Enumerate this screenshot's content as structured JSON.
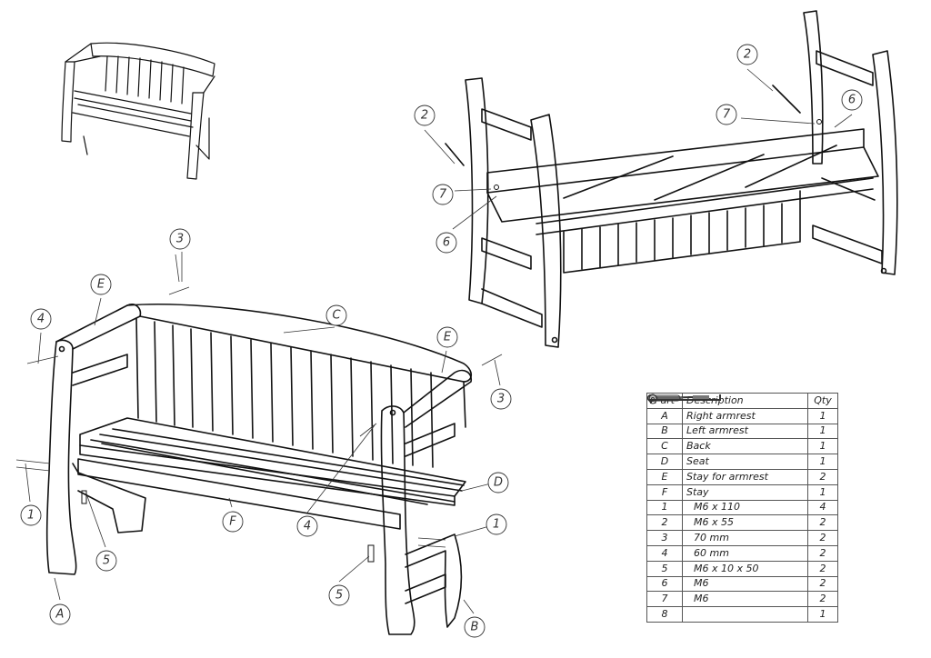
{
  "parts_table": {
    "headers": {
      "part": "Part",
      "description": "Description",
      "qty": "Qty"
    },
    "rows": [
      {
        "part": "A",
        "description": "Right armrest",
        "qty": "1"
      },
      {
        "part": "B",
        "description": "Left armrest",
        "qty": "1"
      },
      {
        "part": "C",
        "description": "Back",
        "qty": "1"
      },
      {
        "part": "D",
        "description": "Seat",
        "qty": "1"
      },
      {
        "part": "E",
        "description": "Stay for armrest",
        "qty": "2"
      },
      {
        "part": "F",
        "description": "Stay",
        "qty": "1"
      },
      {
        "part": "1",
        "icon": "long-bolt-icon",
        "description": "M6 x 110",
        "qty": "4"
      },
      {
        "part": "2",
        "icon": "bolt-icon",
        "description": "M6 x 55",
        "qty": "2"
      },
      {
        "part": "3",
        "icon": "wood-screw-icon",
        "description": "70 mm",
        "qty": "2"
      },
      {
        "part": "4",
        "icon": "wood-screw-icon",
        "description": "60 mm",
        "qty": "2"
      },
      {
        "part": "5",
        "icon": "barrel-nut-plate-icon",
        "description": "M6 x 10 x 50",
        "qty": "2"
      },
      {
        "part": "6",
        "icon": "nut-icon",
        "description": "M6",
        "qty": "2"
      },
      {
        "part": "7",
        "icon": "washer-icon",
        "description": "M6",
        "qty": "2"
      },
      {
        "part": "8",
        "icon": "allen-key-icon",
        "description": "",
        "qty": "1"
      }
    ]
  },
  "callouts": {
    "rear": [
      "2",
      "2",
      "6",
      "7",
      "7",
      "6"
    ],
    "front": [
      "3",
      "E",
      "C",
      "4",
      "E",
      "3",
      "D",
      "1",
      "5",
      "F",
      "4",
      "1",
      "5",
      "A",
      "B"
    ]
  }
}
